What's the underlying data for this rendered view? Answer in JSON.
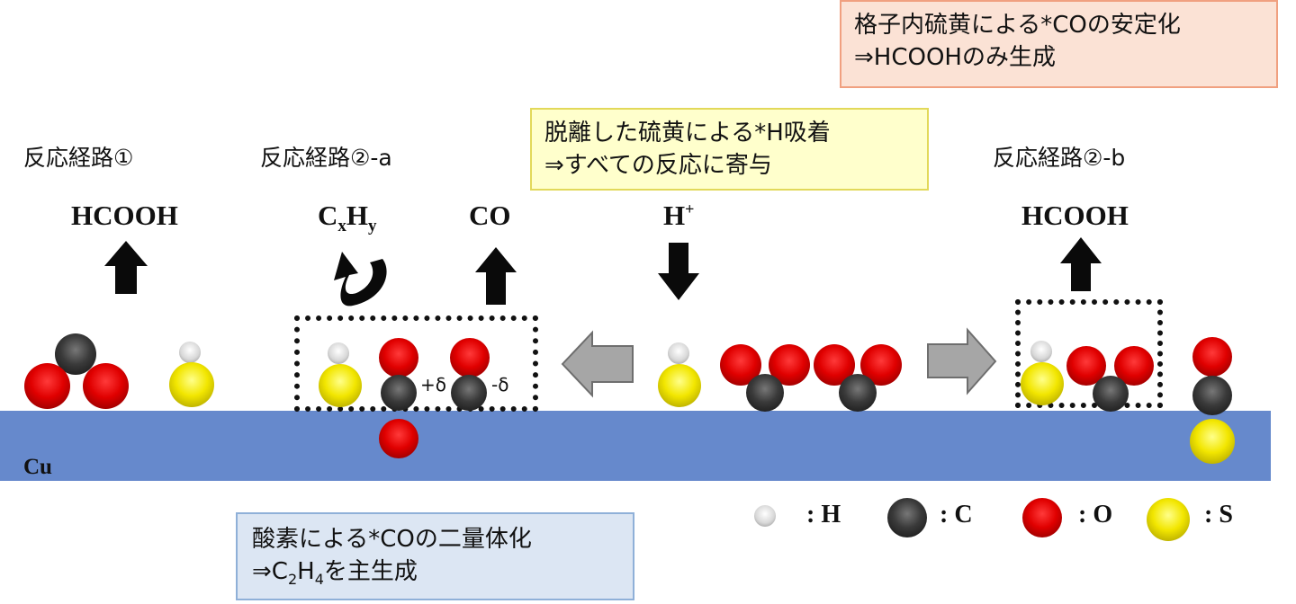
{
  "callouts": {
    "lattice_sulfur": {
      "line1": "格子内硫黄による*COの安定化",
      "line2": "⇒HCOOHのみ生成"
    },
    "desorbed_sulfur": {
      "line1": "脱離した硫黄による*H吸着",
      "line2": "⇒すべての反応に寄与"
    },
    "oxygen_dimer": {
      "line1": "酸素による*COの二量体化",
      "line2_prefix": "⇒C",
      "line2_sub1": "2",
      "line2_mid": "H",
      "line2_sub2": "4",
      "line2_suffix": "を主生成"
    }
  },
  "routes": {
    "route1": "反応経路①",
    "route2a": "反応経路②-a",
    "route2b": "反応経路②-b"
  },
  "products": {
    "hcooh_left": "HCOOH",
    "cxhy_c": "C",
    "cxhy_x": "x",
    "cxhy_h": "H",
    "cxhy_y": "y",
    "co": "CO",
    "hplus_h": "H",
    "hplus_sup": "+",
    "hcooh_right": "HCOOH"
  },
  "charges": {
    "positive": "+δ",
    "negative": "-δ"
  },
  "surface_label": "Cu",
  "legend": {
    "H": ": H",
    "C": ": C",
    "O": ": O",
    "S": ": S"
  },
  "colors": {
    "surface": "#6689cc",
    "hydrogen": "#e6e6e6",
    "carbon": "#2b2b2b",
    "oxygen": "#e00000",
    "sulfur": "#f2e600"
  }
}
